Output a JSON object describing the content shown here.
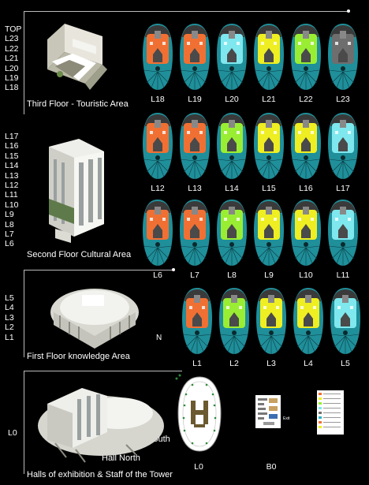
{
  "sections": {
    "third": {
      "title": "Third Floor - Touristic Area",
      "levels": [
        "TOP",
        "L23",
        "L22",
        "L21",
        "L20",
        "L19",
        "L18"
      ]
    },
    "second": {
      "title": "Second Floor Cultural Area",
      "levels": [
        "L17",
        "L16",
        "L15",
        "L14",
        "L13",
        "L12",
        "L11",
        "L10",
        "L9",
        "L8",
        "L7",
        "L6"
      ]
    },
    "first": {
      "title": "First Floor knowledge Area",
      "levels": [
        "L5",
        "L4",
        "L3",
        "L2",
        "L1"
      ]
    },
    "ground": {
      "title": "Halls of  exhibition & Staff of the Tower",
      "levels": [
        "L0"
      ],
      "hall_south": "Hall South",
      "hall_north": "Hall North"
    }
  },
  "north_label": "N",
  "colors": {
    "orange": "#f07033",
    "cyan": "#7ee8ee",
    "yellow": "#eeee22",
    "green": "#99ee33",
    "gray": "#6e6e6e",
    "teal": "#2fb3c0"
  },
  "plans": {
    "row1": [
      {
        "label": "L18",
        "color": "orange"
      },
      {
        "label": "L19",
        "color": "orange"
      },
      {
        "label": "L20",
        "color": "cyan"
      },
      {
        "label": "L21",
        "color": "yellow"
      },
      {
        "label": "L22",
        "color": "green"
      },
      {
        "label": "L23",
        "color": "gray"
      }
    ],
    "row2": [
      {
        "label": "L12",
        "color": "orange"
      },
      {
        "label": "L13",
        "color": "orange"
      },
      {
        "label": "L14",
        "color": "green"
      },
      {
        "label": "L15",
        "color": "yellow"
      },
      {
        "label": "L16",
        "color": "yellow"
      },
      {
        "label": "L17",
        "color": "cyan"
      }
    ],
    "row3": [
      {
        "label": "L6",
        "color": "orange"
      },
      {
        "label": "L7",
        "color": "orange"
      },
      {
        "label": "L8",
        "color": "green"
      },
      {
        "label": "L9",
        "color": "yellow"
      },
      {
        "label": "L10",
        "color": "yellow"
      },
      {
        "label": "L11",
        "color": "cyan"
      }
    ],
    "row4": [
      {
        "label": "L1",
        "color": "orange"
      },
      {
        "label": "L2",
        "color": "green"
      },
      {
        "label": "L3",
        "color": "yellow"
      },
      {
        "label": "L4",
        "color": "yellow"
      },
      {
        "label": "L5",
        "color": "cyan"
      }
    ],
    "ground": [
      {
        "label": "L0"
      },
      {
        "label": "B0"
      }
    ]
  },
  "basement_exit_label": "Exit"
}
